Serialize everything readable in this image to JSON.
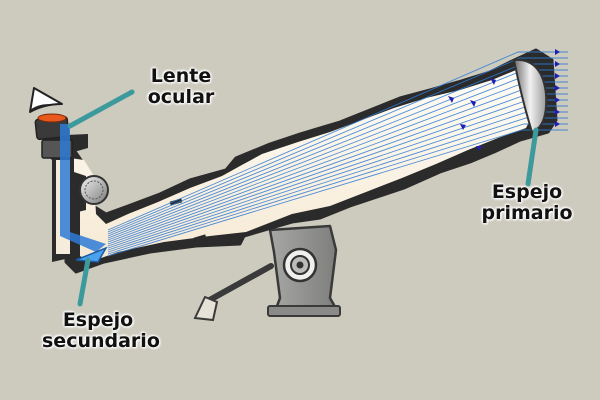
{
  "labels": {
    "eyepiece": {
      "line1": "Lente",
      "line2": "ocular"
    },
    "primary_mirror": {
      "line1": "Espejo",
      "line2": "primario"
    },
    "secondary_mirror": {
      "line1": "Espejo",
      "line2": "secundario"
    }
  },
  "colors": {
    "background": "#cdcabe",
    "tube_outline": "#2b2b2b",
    "tube_interior": "#fdf6ea",
    "light_rays": "#2e7bd6",
    "arrowheads": "#1f1fb4",
    "pointer": "#3d9a9c",
    "mount": "#8e8f8c"
  },
  "icons": [
    "eye-icon",
    "focus-knob-icon",
    "mount-knob-icon"
  ]
}
